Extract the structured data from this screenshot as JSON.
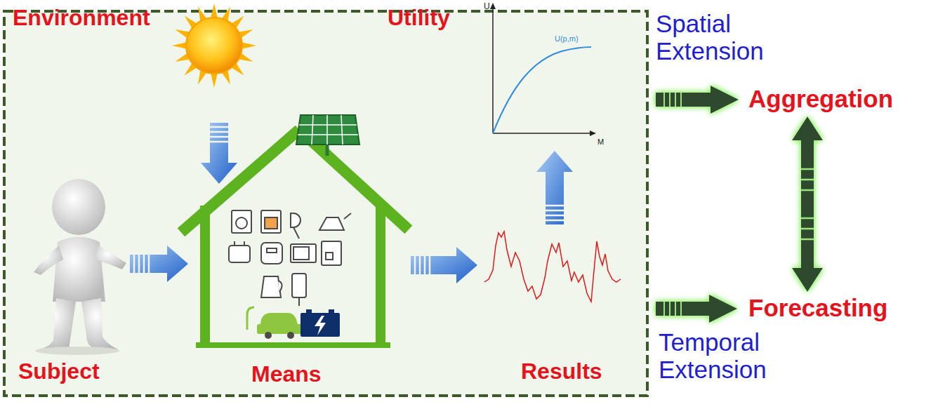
{
  "diagram": {
    "nodes": [
      {
        "text": [
          "Environment"
        ]
      },
      {
        "text": [
          "Utility"
        ]
      },
      {
        "text": [
          "Subject"
        ]
      },
      {
        "text": [
          "Means"
        ]
      },
      {
        "text": [
          "Results"
        ]
      },
      {
        "text": [
          "Aggregation"
        ]
      },
      {
        "text": [
          "Forecasting"
        ]
      }
    ],
    "edges": [
      {
        "from": 0,
        "to": 3,
        "arrow": "to"
      },
      {
        "from": 2,
        "to": 3,
        "arrow": "to"
      },
      {
        "from": 3,
        "to": 4,
        "arrow": "to"
      },
      {
        "from": 4,
        "to": 1,
        "arrow": "to"
      },
      {
        "from": 5,
        "to": 6,
        "arrow": "both"
      }
    ],
    "labels": [
      "U",
      "U(p,m)",
      "M",
      "Spatial Extension",
      "Temporal Extension"
    ]
  }
}
